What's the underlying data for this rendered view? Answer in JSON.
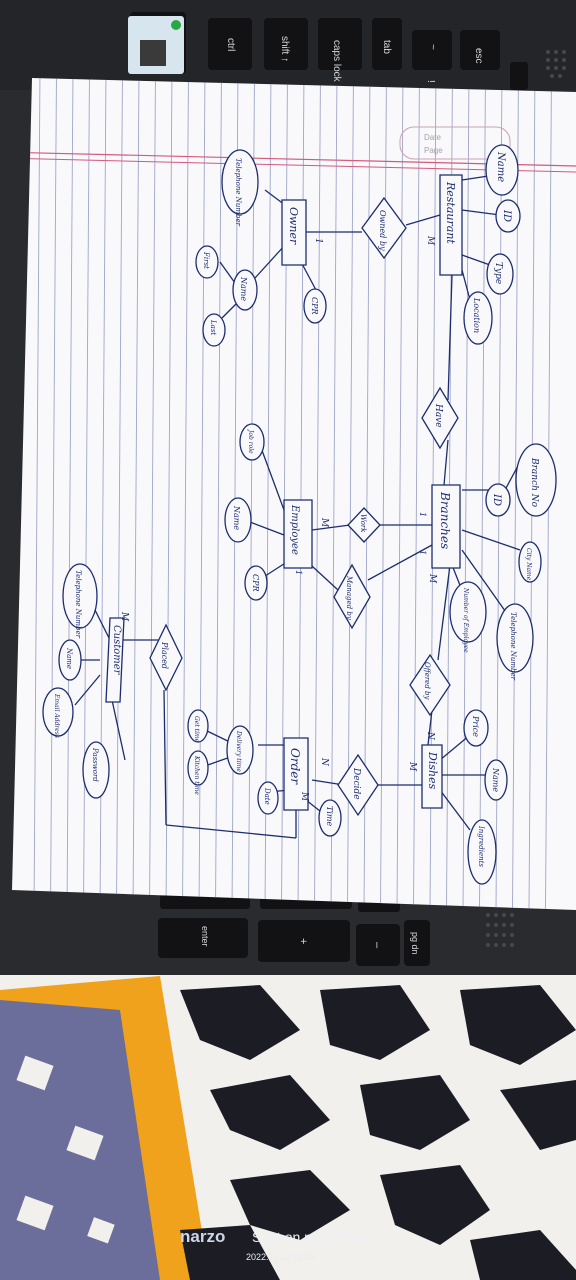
{
  "keyboard": {
    "keys_left": [
      "esc",
      "~",
      "!",
      "tab",
      "caps lock",
      "shift ↑",
      "ctrl"
    ],
    "keys_right": [
      "pg dn",
      "enter",
      "+",
      "–"
    ]
  },
  "paper_header": {
    "date_label": "Date",
    "page_label": "Page"
  },
  "er_diagram": {
    "entities": {
      "restaurant": "Restaurant",
      "owner": "Owner",
      "branches": "Branches",
      "employee": "Employee",
      "dishes": "Dishes",
      "order": "Order",
      "customer": "Customer"
    },
    "relationships": {
      "owned_by": "Owned by",
      "have": "Have",
      "work": "Work",
      "managed_by": "Managed by",
      "offered_by": "Offered by",
      "decide": "Decide",
      "placed": "Placed"
    },
    "attributes": {
      "restaurant_name": "Name",
      "restaurant_id": "ID",
      "restaurant_type": "Type",
      "restaurant_location": "Location",
      "owner_telephone": "Telephone Number",
      "owner_name": "Name",
      "owner_first": "First",
      "owner_last": "Last",
      "owner_cpr": "CPR",
      "branch_no": "Branch No",
      "branch_id": "ID",
      "branch_city": "City Name",
      "branch_telephone": "Telephone Number",
      "branch_num_employee": "Number of Employee",
      "employee_job_role": "Job role",
      "employee_name": "Name",
      "employee_cpr": "CPR",
      "dish_price": "Price",
      "dish_name": "Name",
      "dish_ingredients": "Ingredients",
      "order_delivery_time": "Delivery time",
      "order_get_time": "Get time",
      "order_kitchen_time": "Kitchen time",
      "order_date": "Date",
      "order_time": "Time",
      "customer_telephone": "Telephone Number",
      "customer_name": "Name",
      "customer_email": "Email Address",
      "customer_password": "Password"
    },
    "cardinalities": [
      "M",
      "1",
      "1",
      "M",
      "1",
      "M",
      "N",
      "M",
      "N",
      "M",
      "1",
      "M"
    ]
  },
  "watermark": {
    "brand": "narzo",
    "caption": "Shot on narzo 50A",
    "timestamp": "2022.11.22 21:28"
  }
}
